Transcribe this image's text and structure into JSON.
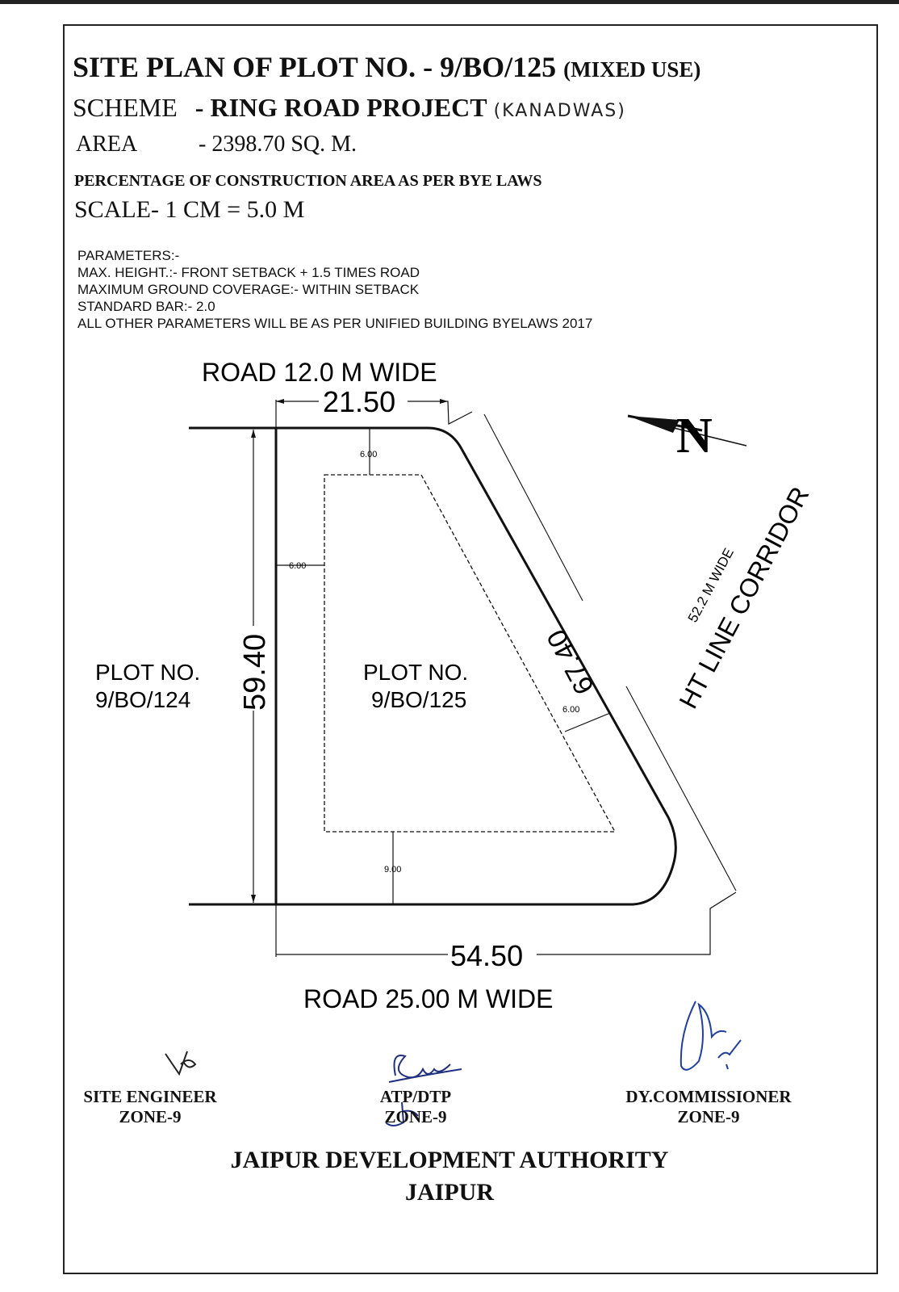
{
  "header": {
    "title": "SITE   PLAN  OF  PLOT NO. - 9/BO/125",
    "title_suffix": "(MIXED USE)",
    "scheme_label": "SCHEME",
    "scheme_value": "- RING ROAD PROJECT",
    "scheme_handwritten": "(KANADWAS)",
    "area_label": "AREA",
    "area_value": "- 2398.70 SQ. M.",
    "percentage_note": "PERCENTAGE OF CONSTRUCTION AREA AS PER BYE LAWS",
    "scale": "SCALE- 1 CM = 5.0 M"
  },
  "parameters": {
    "heading": "PARAMETERS:-",
    "items": [
      "MAX. HEIGHT.:- FRONT SETBACK + 1.5 TIMES ROAD",
      "MAXIMUM GROUND COVERAGE:- WITHIN SETBACK",
      "STANDARD BAR:- 2.0",
      "ALL OTHER PARAMETERS WILL BE AS PER UNIFIED BUILDING BYELAWS 2017"
    ]
  },
  "plan": {
    "road_top": "ROAD 12.0 M WIDE",
    "road_bottom": "ROAD 25.00 M WIDE",
    "dim_top": "21.50",
    "dim_left": "59.40",
    "dim_bottom": "54.50",
    "dim_diagonal": "67.40",
    "setback_top": "6.00",
    "setback_left": "6.00",
    "setback_diagonal": "6.00",
    "setback_bottom": "9.00",
    "corridor": "HT LINE CORRIDOR",
    "corridor_width": "52.2 M WIDE",
    "north": "N",
    "neighbor_plot_line1": "PLOT NO.",
    "neighbor_plot_line2": "9/BO/124",
    "subject_plot_line1": "PLOT NO.",
    "subject_plot_line2": "9/BO/125"
  },
  "signatures": [
    {
      "role": "SITE ENGINEER",
      "zone": "ZONE-9"
    },
    {
      "role": "ATP/DTP",
      "zone": "ZONE-9"
    },
    {
      "role": "DY.COMMISSIONER",
      "zone": "ZONE-9"
    }
  ],
  "footer": {
    "authority": "JAIPUR DEVELOPMENT AUTHORITY",
    "city": "JAIPUR"
  }
}
